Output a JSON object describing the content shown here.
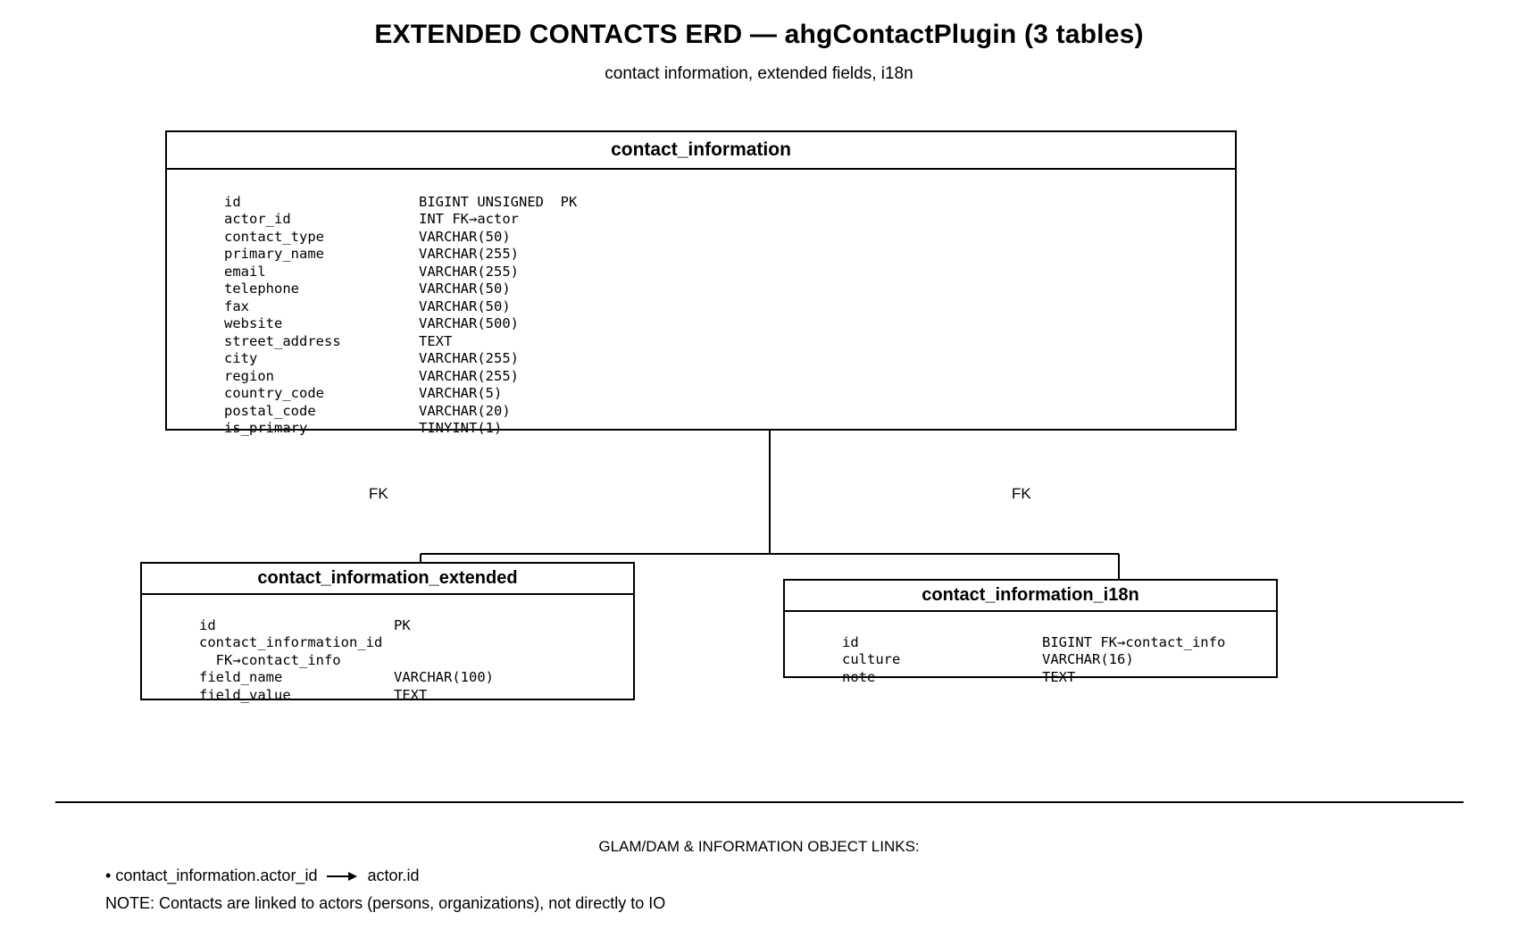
{
  "header": {
    "title": "EXTENDED CONTACTS ERD — ahgContactPlugin (3 tables)",
    "subtitle": "contact information, extended fields, i18n"
  },
  "entities": [
    {
      "name": "contact_information",
      "fields": [
        {
          "name": "id",
          "type": "BIGINT UNSIGNED  PK"
        },
        {
          "name": "actor_id",
          "type": "INT FK→actor"
        },
        {
          "name": "contact_type",
          "type": "VARCHAR(50)"
        },
        {
          "name": "primary_name",
          "type": "VARCHAR(255)"
        },
        {
          "name": "email",
          "type": "VARCHAR(255)"
        },
        {
          "name": "telephone",
          "type": "VARCHAR(50)"
        },
        {
          "name": "fax",
          "type": "VARCHAR(50)"
        },
        {
          "name": "website",
          "type": "VARCHAR(500)"
        },
        {
          "name": "street_address",
          "type": "TEXT"
        },
        {
          "name": "city",
          "type": "VARCHAR(255)"
        },
        {
          "name": "region",
          "type": "VARCHAR(255)"
        },
        {
          "name": "country_code",
          "type": "VARCHAR(5)"
        },
        {
          "name": "postal_code",
          "type": "VARCHAR(20)"
        },
        {
          "name": "is_primary",
          "type": "TINYINT(1)"
        }
      ]
    },
    {
      "name": "contact_information_extended",
      "fields": [
        {
          "name": "id",
          "type": "PK"
        },
        {
          "name": "contact_information_id",
          "type": ""
        },
        {
          "name": "  FK→contact_info",
          "type": ""
        },
        {
          "name": "field_name",
          "type": "VARCHAR(100)"
        },
        {
          "name": "field_value",
          "type": "TEXT"
        }
      ]
    },
    {
      "name": "contact_information_i18n",
      "fields": [
        {
          "name": "id",
          "type": "BIGINT FK→contact_info"
        },
        {
          "name": "culture",
          "type": "VARCHAR(16)"
        },
        {
          "name": "note",
          "type": "TEXT"
        }
      ]
    }
  ],
  "connectors": {
    "fk_left_label": "FK",
    "fk_right_label": "FK"
  },
  "footer": {
    "heading": "GLAM/DAM & INFORMATION OBJECT LINKS:",
    "link_bullet": "•",
    "link_source": "contact_information.actor_id",
    "link_target": "actor.id",
    "note": "NOTE: Contacts are linked to actors (persons, organizations), not directly to IO"
  },
  "colors": {
    "stroke": "#000000",
    "background": "#ffffff"
  }
}
